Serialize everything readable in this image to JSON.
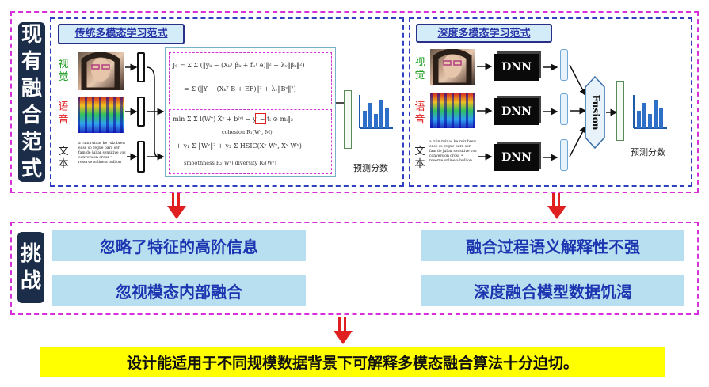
{
  "top_side_label": [
    "现",
    "有",
    "融",
    "合",
    "范",
    "式"
  ],
  "left_section": {
    "title": "传统多模态学习范式",
    "modalities": [
      {
        "label": "视觉",
        "color": "#1a9a1a"
      },
      {
        "label": "语音",
        "color": "#e02020"
      },
      {
        "label": "文本",
        "color": "#222222"
      }
    ],
    "formula_lines": [
      "J₀ = Σ Σ (‖yₖ − (Xₖᵀ βₖ + fₖᵀ e)‖² + λᵥ‖βₖ‖²)",
      "= Σ (‖Y − (Xₖᵀ B + EF)‖² + λᵥ‖Bᵛ‖²)",
      "min Σ Σ l(Wᵛ) X̂ᵛ + b⁽ᵛ⁾ − yᵢ − tᵢ ⊙ mᵢ‖₂",
      "cohesion R₁(Wᵛ, M)",
      "+ γ₁ Σ ‖Wᵛ‖² + γ₂ Σ HSIC(Xᵛ Wᵛ, Xᵛ Wᵛ)",
      "smoothness R₂(Wᵛ)    diversity R₃(Wᵛ)"
    ],
    "output_label": "预测分数"
  },
  "right_section": {
    "title": "深度多模态学习范式",
    "modalities": [
      {
        "label": "视觉",
        "color": "#1a9a1a"
      },
      {
        "label": "语音",
        "color": "#e02020"
      },
      {
        "label": "文本",
        "color": "#222222"
      }
    ],
    "dnn_label": "DNN",
    "fusion_label": "Fusion",
    "output_label": "预测分数"
  },
  "text_thumb": "a ruin ruinas ke ruiz brew ease so regue para ser fam de jullar sensitive vos conversion cross • reserve online a bullion",
  "challenge_side_label": [
    "挑",
    "战"
  ],
  "challenges": [
    "忽略了特征的高阶信息",
    "融合过程语义解释性不强",
    "忽视模态内部融合",
    "深度融合模型数据饥渴"
  ],
  "conclusion": "设计能适用于不同规模数据背景下可解释多模态融合算法十分迫切。",
  "colors": {
    "dark_label": "#1b2d48",
    "title_blue": "#2533a8",
    "challenge_bg": "#b8dff0",
    "conclusion_bg": "#ffff00",
    "arrow_red": "#e02020",
    "frame_magenta": "#d830d8",
    "frame_blue": "#2e3fc0"
  }
}
